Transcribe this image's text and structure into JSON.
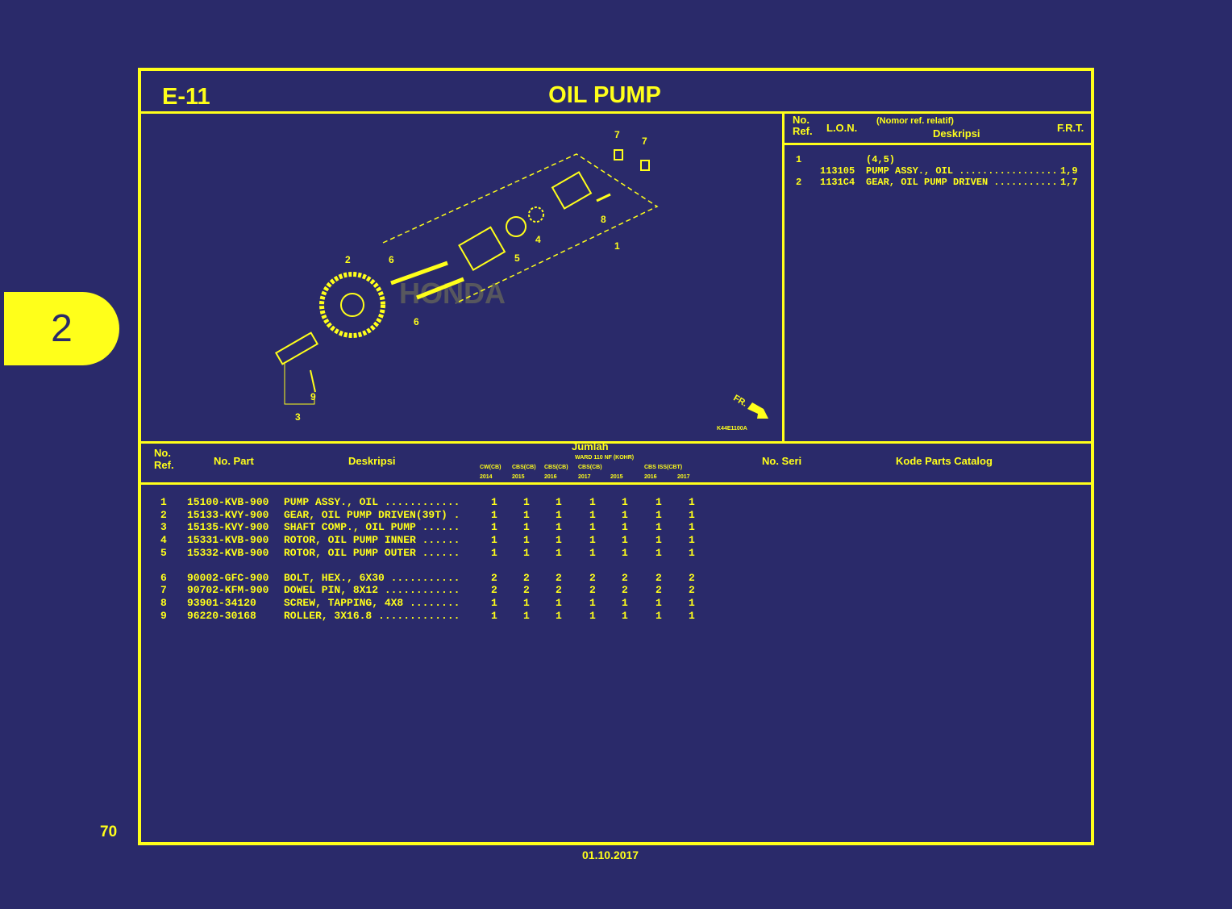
{
  "section_tab": "2",
  "page_number": "70",
  "date": "01.10.2017",
  "header": {
    "code": "E-11",
    "title": "OIL PUMP"
  },
  "diagram": {
    "callouts": [
      "1",
      "2",
      "3",
      "4",
      "5",
      "6",
      "6",
      "7",
      "7",
      "8",
      "9"
    ],
    "fr_label": "FR.",
    "figure_code": "K44E1100A",
    "watermark": "HONDA"
  },
  "ref_table": {
    "headers": {
      "no_ref": [
        "No.",
        "Ref."
      ],
      "lon": "L.O.N.",
      "note": "(Nomor ref. relatif)",
      "desc": "Deskripsi",
      "frt": "F.R.T."
    },
    "rows": [
      {
        "ref": "1",
        "lon": "",
        "desc": "(4,5)",
        "frt": ""
      },
      {
        "ref": "",
        "lon": "113105",
        "desc": "PUMP ASSY., OIL .................",
        "frt": "1,9"
      },
      {
        "ref": "2",
        "lon": "1131C4",
        "desc": "GEAR, OIL PUMP DRIVEN ...........",
        "frt": "1,7"
      }
    ]
  },
  "parts_table": {
    "headers": {
      "no_ref": [
        "No.",
        "Ref."
      ],
      "part": "No. Part",
      "desc": "Deskripsi",
      "jumlah": "Jumlah",
      "model_line": "WARD 110 NF (KOHR)",
      "no_seri": "No. Seri",
      "kode": "Kode Parts Catalog"
    },
    "models": [
      "CW(CB)",
      "CBS(CB)",
      "CBS(CB)",
      "CBS(CB)",
      "",
      "CBS ISS(CBT)",
      ""
    ],
    "years": [
      "2014",
      "2015",
      "2016",
      "2017",
      "2015",
      "2016",
      "2017"
    ],
    "rows": [
      {
        "ref": "1",
        "part": "15100-KVB-900",
        "desc": "PUMP ASSY., OIL ............",
        "qty": [
          "1",
          "1",
          "1",
          "1",
          "1",
          "1",
          "1"
        ]
      },
      {
        "ref": "2",
        "part": "15133-KVY-900",
        "desc": "GEAR, OIL PUMP DRIVEN(39T) .",
        "qty": [
          "1",
          "1",
          "1",
          "1",
          "1",
          "1",
          "1"
        ]
      },
      {
        "ref": "3",
        "part": "15135-KVY-900",
        "desc": "SHAFT COMP., OIL PUMP ......",
        "qty": [
          "1",
          "1",
          "1",
          "1",
          "1",
          "1",
          "1"
        ]
      },
      {
        "ref": "4",
        "part": "15331-KVB-900",
        "desc": "ROTOR, OIL PUMP INNER ......",
        "qty": [
          "1",
          "1",
          "1",
          "1",
          "1",
          "1",
          "1"
        ]
      },
      {
        "ref": "5",
        "part": "15332-KVB-900",
        "desc": "ROTOR, OIL PUMP OUTER ......",
        "qty": [
          "1",
          "1",
          "1",
          "1",
          "1",
          "1",
          "1"
        ]
      },
      {
        "ref": "6",
        "part": "90002-GFC-900",
        "desc": "BOLT, HEX., 6X30 ...........",
        "qty": [
          "2",
          "2",
          "2",
          "2",
          "2",
          "2",
          "2"
        ]
      },
      {
        "ref": "7",
        "part": "90702-KFM-900",
        "desc": "DOWEL PIN, 8X12 ............",
        "qty": [
          "2",
          "2",
          "2",
          "2",
          "2",
          "2",
          "2"
        ]
      },
      {
        "ref": "8",
        "part": "93901-34120",
        "desc": "SCREW, TAPPING, 4X8 ........",
        "qty": [
          "1",
          "1",
          "1",
          "1",
          "1",
          "1",
          "1"
        ]
      },
      {
        "ref": "9",
        "part": "96220-30168",
        "desc": "ROLLER, 3X16.8 .............",
        "qty": [
          "1",
          "1",
          "1",
          "1",
          "1",
          "1",
          "1"
        ]
      }
    ]
  },
  "colors": {
    "background": "#2a2a6a",
    "accent": "#ffff1a"
  }
}
